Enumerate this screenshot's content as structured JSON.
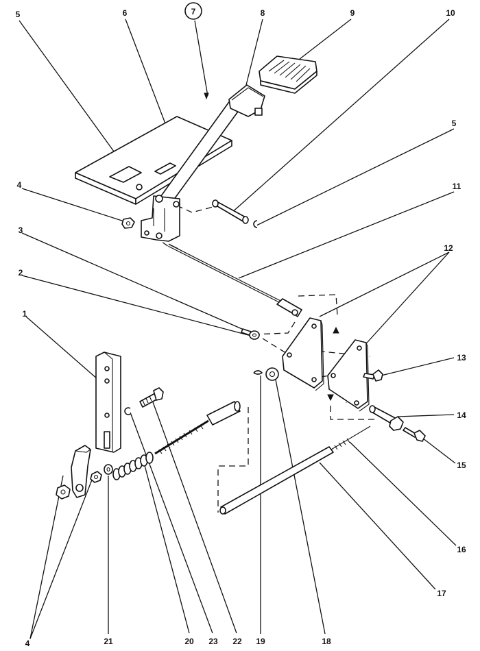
{
  "callouts": [
    {
      "id": "c5a",
      "label": "5"
    },
    {
      "id": "c6",
      "label": "6"
    },
    {
      "id": "c7",
      "label": "7"
    },
    {
      "id": "c8",
      "label": "8"
    },
    {
      "id": "c9",
      "label": "9"
    },
    {
      "id": "c10",
      "label": "10"
    },
    {
      "id": "c5b",
      "label": "5"
    },
    {
      "id": "c4a",
      "label": "4"
    },
    {
      "id": "c11",
      "label": "11"
    },
    {
      "id": "c3",
      "label": "3"
    },
    {
      "id": "c12",
      "label": "12"
    },
    {
      "id": "c2",
      "label": "2"
    },
    {
      "id": "c1",
      "label": "1"
    },
    {
      "id": "c13",
      "label": "13"
    },
    {
      "id": "c14",
      "label": "14"
    },
    {
      "id": "c15",
      "label": "15"
    },
    {
      "id": "c16",
      "label": "16"
    },
    {
      "id": "c17",
      "label": "17"
    },
    {
      "id": "c4b",
      "label": "4"
    },
    {
      "id": "c21",
      "label": "21"
    },
    {
      "id": "c20",
      "label": "20"
    },
    {
      "id": "c23",
      "label": "23"
    },
    {
      "id": "c22",
      "label": "22"
    },
    {
      "id": "c19",
      "label": "19"
    },
    {
      "id": "c18",
      "label": "18"
    }
  ]
}
